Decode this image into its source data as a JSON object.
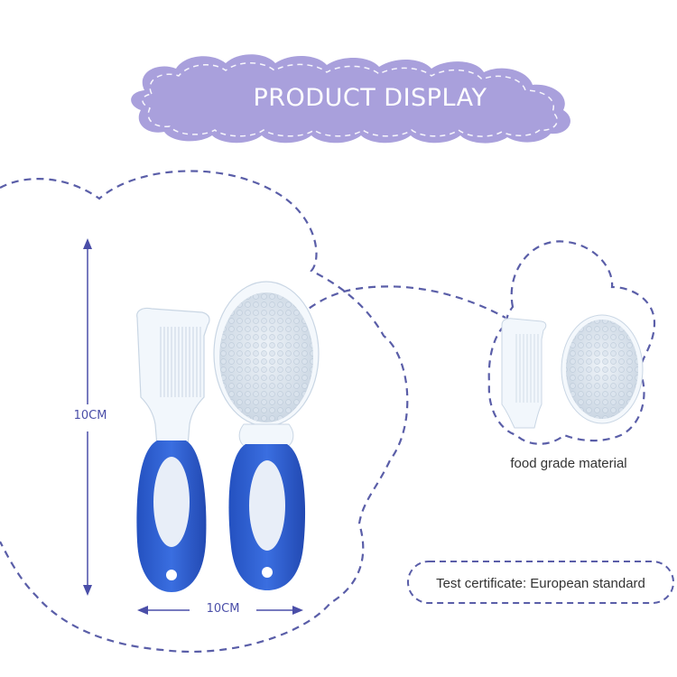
{
  "banner": {
    "title": "PRODUCT DISPLAY"
  },
  "dimensions": {
    "height_label": "10CM",
    "width_label": "10CM"
  },
  "detail": {
    "caption": "food grade material"
  },
  "certificate": {
    "text": "Test certificate: European standard"
  },
  "colors": {
    "banner_fill": "#a9a0dc",
    "dashed_line": "#5a5ea8",
    "handle_blue": "#2f5fd0",
    "comb_white": "#f2f7fc",
    "brush_bristles": "#cfdae6"
  }
}
